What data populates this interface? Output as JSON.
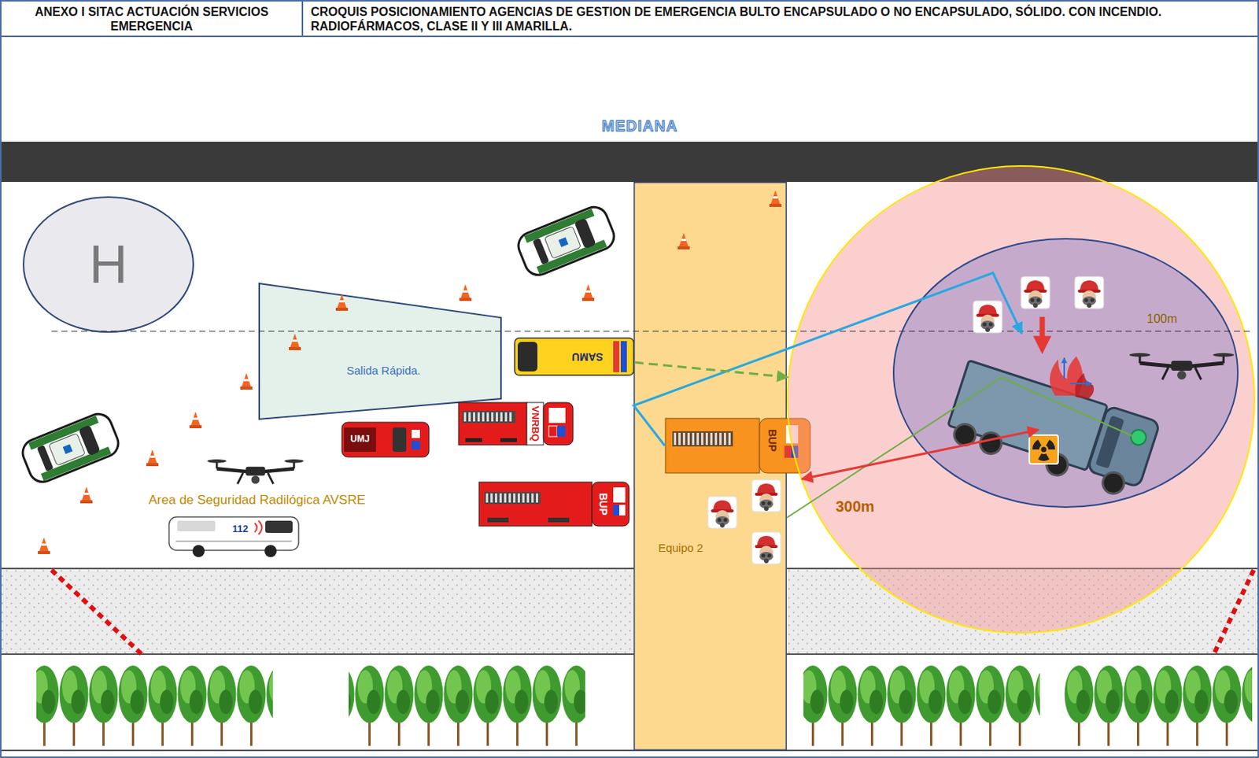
{
  "diagram": {
    "title": "CROQUIS POSICIONAMIENTO AGENCIAS DE GESTION DE EMERGENCIA BULTO ENCAPSULADO O NO ENCAPSULADO, SÓLIDO. CON INCENDIO. RADIOFÁRMACOS, CLASE II Y III AMARILLA.",
    "nodes": [
      {
        "text": [
          "H"
        ]
      },
      {
        "text": [
          "Salida Rápida."
        ]
      },
      {
        "text": [
          "SAMU"
        ]
      },
      {
        "text": [
          "VNRBQ"
        ]
      },
      {
        "text": [
          "UMJ"
        ]
      },
      {
        "text": [
          "BUP"
        ]
      },
      {
        "text": [
          "112"
        ]
      },
      {
        "text": [
          "Equipo 2"
        ]
      },
      {
        "text": [
          "BUP"
        ],
        "in": 7
      },
      {
        "text": [
          "300m"
        ]
      },
      {
        "text": [
          "100m"
        ],
        "in": 9
      }
    ],
    "edges": [
      {
        "from": 2,
        "to": 9,
        "arrow": "to"
      }
    ],
    "labels": [
      "ANEXO I SITAC ACTUACIÓN SERVICIOS EMERGENCIA",
      "MEDIANA",
      "Area de Seguridad Radilógica AVSRE"
    ]
  }
}
